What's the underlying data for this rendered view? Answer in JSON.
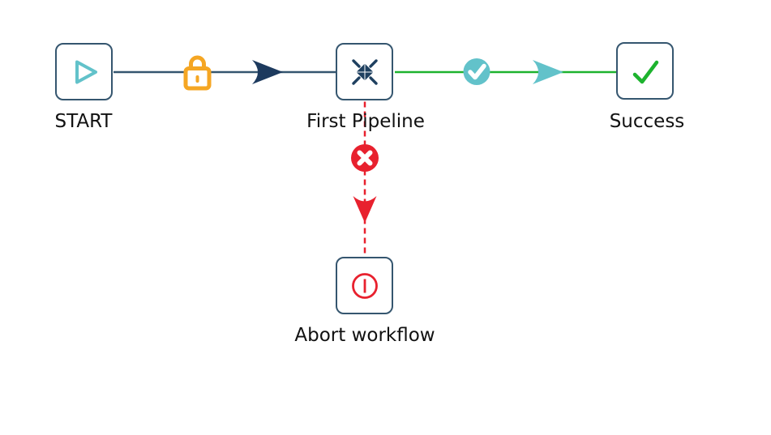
{
  "workflow": {
    "nodes": [
      {
        "id": "start",
        "label": "START",
        "icon": "play-icon"
      },
      {
        "id": "first_pipeline",
        "label": "First Pipeline",
        "icon": "compress-arrows-icon"
      },
      {
        "id": "success",
        "label": "Success",
        "icon": "check-icon"
      },
      {
        "id": "abort",
        "label": "Abort workflow",
        "icon": "power-off-icon"
      }
    ],
    "edges": [
      {
        "from": "start",
        "to": "first_pipeline",
        "line": "solid",
        "color": "navy",
        "badges": [
          "lock-icon",
          "arrow-right-icon"
        ]
      },
      {
        "from": "first_pipeline",
        "to": "success",
        "line": "solid",
        "color": "green",
        "badges": [
          "check-circle-icon",
          "arrow-right-icon"
        ]
      },
      {
        "from": "first_pipeline",
        "to": "abort",
        "line": "dashed",
        "color": "red",
        "badges": [
          "x-circle-icon",
          "arrow-down-icon"
        ]
      }
    ]
  },
  "colors": {
    "node_border": "#35566f",
    "navy": "#1d3a5e",
    "icon_navy": "#1f4060",
    "teal": "#62c2ca",
    "green": "#1db32e",
    "orange": "#f5a623",
    "red": "#e8212e",
    "text": "#111111",
    "background": "#ffffff"
  }
}
